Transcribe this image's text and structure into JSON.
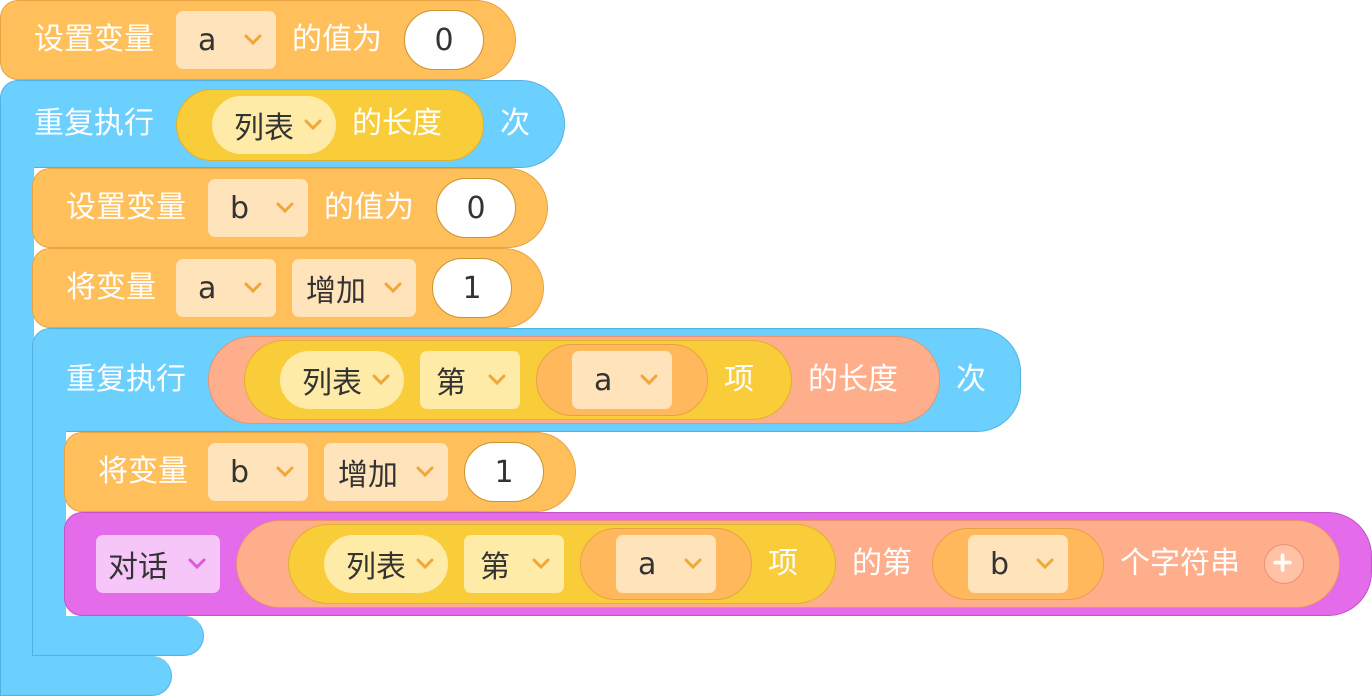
{
  "blocks": {
    "set_a": {
      "label": "设置变量",
      "var": "a",
      "suffix": "的值为",
      "value": "0"
    },
    "repeat_outer": {
      "label": "重复执行",
      "list": "列表",
      "length": "的长度",
      "times": "次"
    },
    "set_b": {
      "label": "设置变量",
      "var": "b",
      "suffix": "的值为",
      "value": "0"
    },
    "change_a": {
      "label": "将变量",
      "var": "a",
      "op": "增加",
      "value": "1"
    },
    "repeat_inner": {
      "label": "重复执行",
      "list": "列表",
      "nth": "第",
      "index_var": "a",
      "item": "项",
      "length": "的长度",
      "times": "次"
    },
    "change_b": {
      "label": "将变量",
      "var": "b",
      "op": "增加",
      "value": "1"
    },
    "say": {
      "dialog": "对话",
      "list": "列表",
      "nth": "第",
      "index_var": "a",
      "item": "项",
      "char_prefix": "的第",
      "char_var": "b",
      "char_suffix": "个字符串"
    }
  }
}
